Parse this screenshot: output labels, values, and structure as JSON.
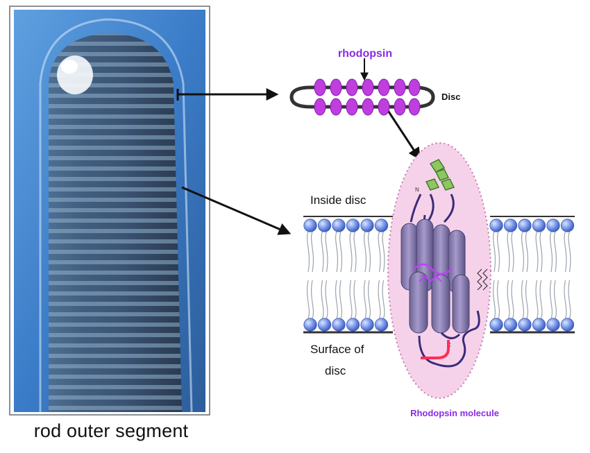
{
  "labels": {
    "rhodopsin": "rhodopsin",
    "disc": "Disc",
    "inside_disc": "Inside disc",
    "surface_line1": "Surface of",
    "surface_line2": "disc",
    "molecule": "Rhodopsin molecule",
    "caption": "rod outer segment"
  },
  "colors": {
    "purple_accent": "#8a2be2",
    "molecule_bg": "#f6d2ea",
    "lipid_head": "#6f8fe6",
    "helix": "#8a7fb0",
    "c_terminus": "#ff2d55",
    "photo_blue": "#2f6fbf",
    "disc_outline": "#333333"
  },
  "icons": {
    "sugar": "sugar-chain-icon",
    "palmitoyl": "palmitoyl-zigzag-icon"
  },
  "residue_markers": {
    "n_terminus": "N",
    "c_terminus": "C"
  }
}
